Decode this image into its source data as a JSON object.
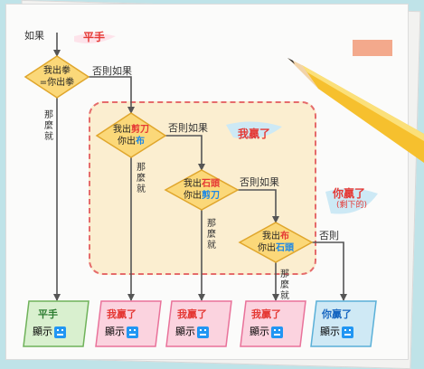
{
  "labels": {
    "if": "如果",
    "then": "那麼就",
    "elseif": "否則如果",
    "else": "否則"
  },
  "start_badge": "平手",
  "win_badge": "我贏了",
  "lose_badge": {
    "line1": "你贏了",
    "line2": "(剩下的)"
  },
  "decisions": [
    {
      "line1": "我出拳",
      "line2": "=你出拳",
      "kw1": "",
      "kw2": ""
    },
    {
      "line1": "我出",
      "kw1": "剪刀",
      "line2": "你出",
      "kw2": "布"
    },
    {
      "line1": "我出",
      "kw1": "石頭",
      "line2": "你出",
      "kw2": "剪刀"
    },
    {
      "line1": "我出",
      "kw1": "布",
      "line2": "你出",
      "kw2": "石頭"
    }
  ],
  "outputs": [
    {
      "title": "平手",
      "show": "顯示"
    },
    {
      "title": "我贏了",
      "show": "顯示"
    },
    {
      "title": "我贏了",
      "show": "顯示"
    },
    {
      "title": "我贏了",
      "show": "顯示"
    },
    {
      "title": "你贏了",
      "show": "顯示"
    }
  ],
  "colors": {
    "diamond_fill": "#fbd879",
    "diamond_stroke": "#e0a62c",
    "tie_fill": "#d9f0cf",
    "tie_stroke": "#6fb25a",
    "win_fill": "#fbd3df",
    "win_stroke": "#e9729a",
    "lose_fill": "#cfe9f5",
    "lose_stroke": "#5ab0d8",
    "keyword_red": "#e53935",
    "keyword_blue": "#1e88e5"
  }
}
